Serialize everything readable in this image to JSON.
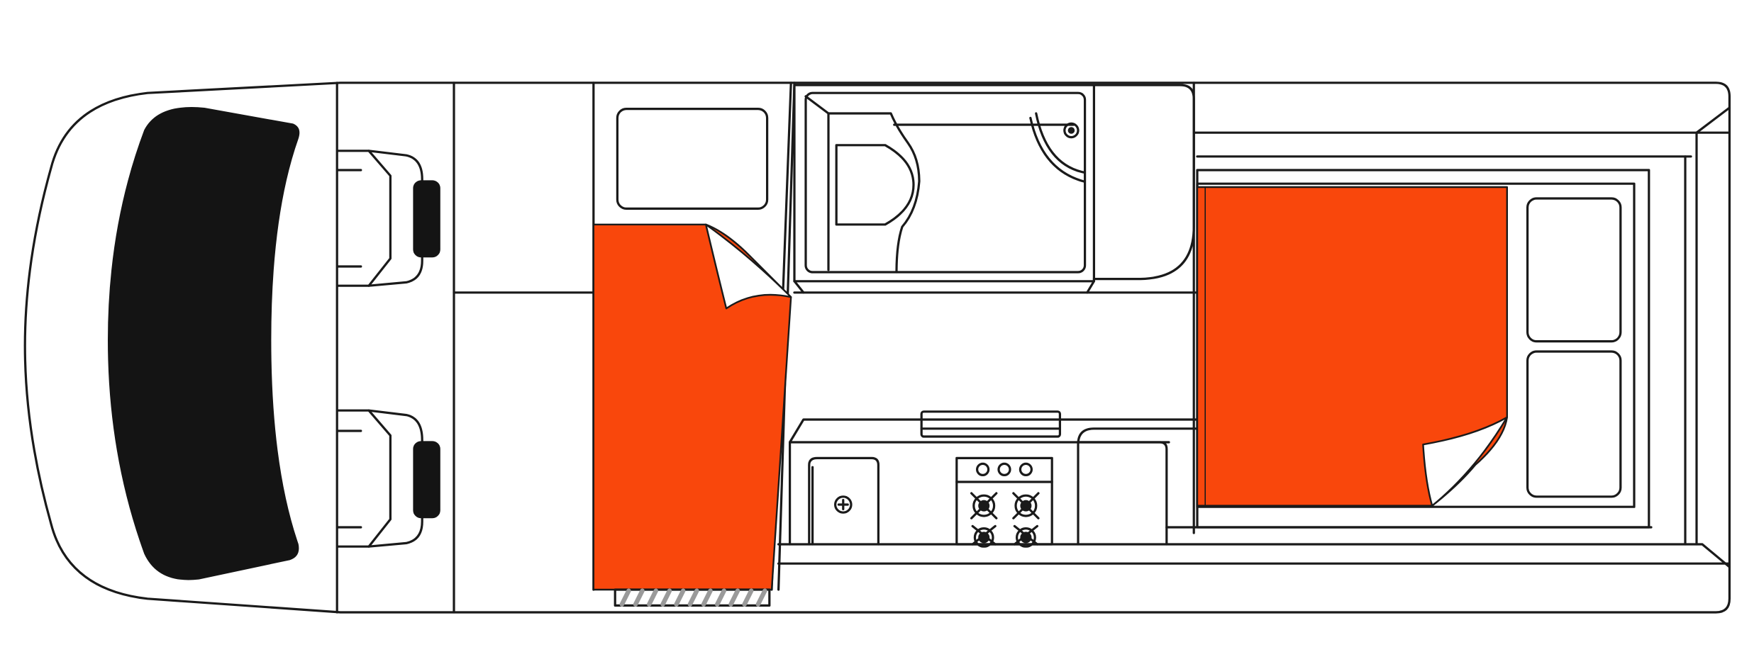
{
  "diagram": {
    "kind": "campervan-floor-plan",
    "orientation": "top-view",
    "colors": {
      "background": "#ffffff",
      "outline": "#1a1a1a",
      "windscreen": "#141414",
      "bedding": "#f9470c",
      "step": "#9a9a9a"
    },
    "zones": [
      {
        "id": "cab",
        "icon": "windscreen-icon"
      },
      {
        "id": "driver-seat",
        "icon": "seat-icon"
      },
      {
        "id": "passenger-seat",
        "icon": "seat-icon"
      },
      {
        "id": "bathroom",
        "icon": "toilet-icon"
      },
      {
        "id": "kitchen",
        "icon": "stove-icon"
      },
      {
        "id": "sink",
        "icon": "sink-icon"
      },
      {
        "id": "rear-bed",
        "icon": "bed-icon"
      },
      {
        "id": "side-bed",
        "icon": "bed-icon"
      },
      {
        "id": "entry-step",
        "icon": "step-icon"
      }
    ]
  }
}
